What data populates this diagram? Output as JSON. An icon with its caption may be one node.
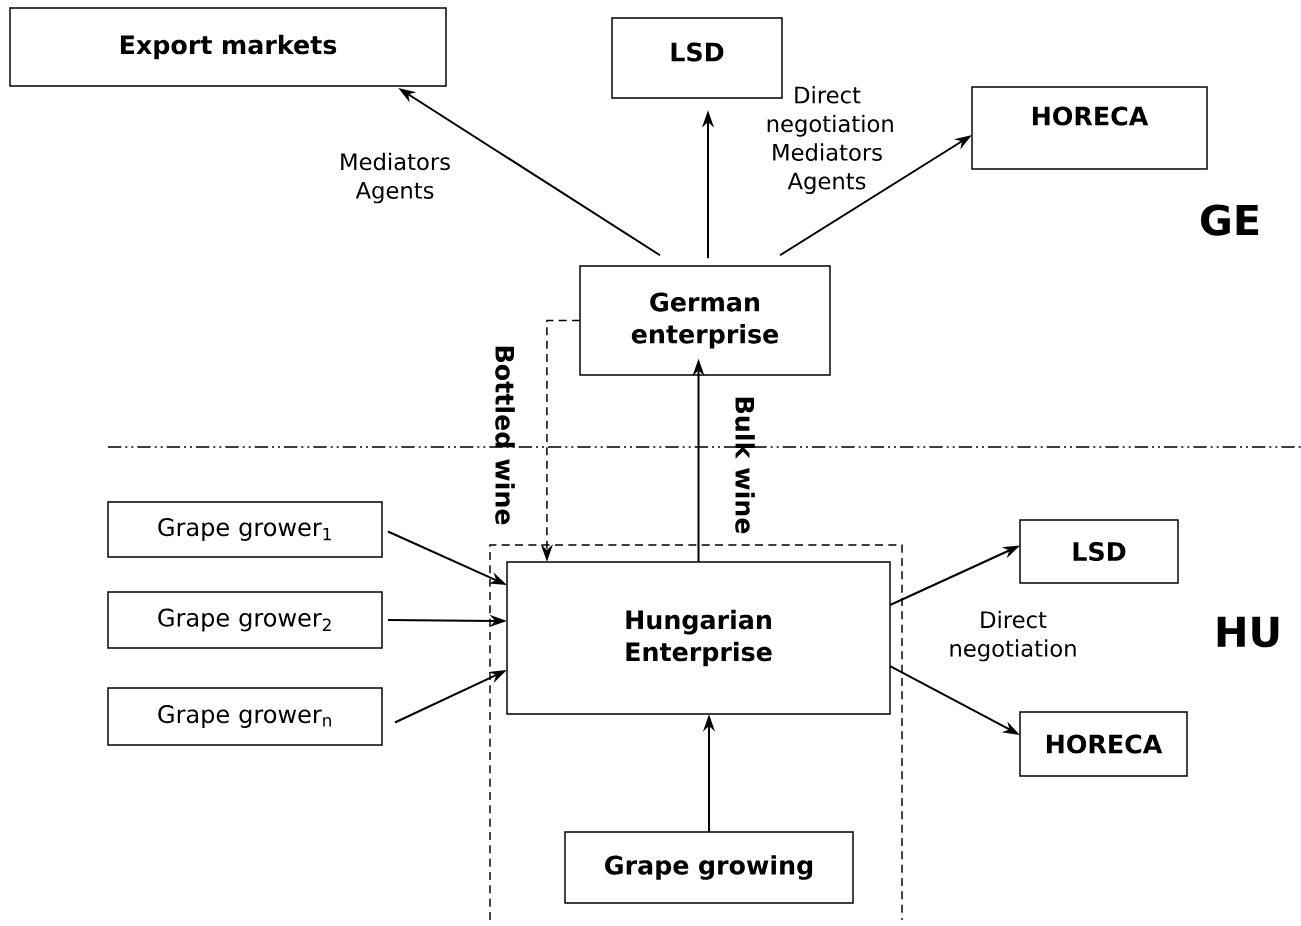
{
  "diagram": {
    "nodes": [
      {
        "text": [
          "Export markets"
        ]
      },
      {
        "text": [
          "LSD"
        ]
      },
      {
        "text": [
          "HORECA"
        ]
      },
      {
        "text": [
          "German enterprise"
        ]
      },
      {
        "text": [
          "Grape grower$_{1}$"
        ]
      },
      {
        "text": [
          "Grape grower$_{2}$"
        ]
      },
      {
        "text": [
          "Grape grower$_{n}$"
        ]
      },
      {
        "text": [
          "Hungarian Enterprise"
        ]
      },
      {
        "text": [
          "LSD"
        ]
      },
      {
        "text": [
          "HORECA"
        ]
      },
      {
        "text": [
          "Grape growing"
        ]
      }
    ],
    "edges": [
      {
        "from": 3,
        "to": 0,
        "arrow": "to",
        "label": "Mediators Agents"
      },
      {
        "from": 3,
        "to": 1,
        "arrow": "to"
      },
      {
        "from": 3,
        "to": 2,
        "arrow": "to",
        "label": "Direct negotiation Mediators Agents"
      },
      {
        "from": 3,
        "to": 7,
        "arrow": "to",
        "style": "dashed",
        "label": "Bottled wine"
      },
      {
        "from": 7,
        "to": 3,
        "arrow": "to",
        "label": "Bulk wine"
      },
      {
        "from": 4,
        "to": 7,
        "arrow": "to"
      },
      {
        "from": 5,
        "to": 7,
        "arrow": "to"
      },
      {
        "from": 6,
        "to": 7,
        "arrow": "to"
      },
      {
        "from": 7,
        "to": 8,
        "arrow": "to",
        "label": "Direct negotiation"
      },
      {
        "from": 7,
        "to": 9,
        "arrow": "to"
      },
      {
        "from": 10,
        "to": 7,
        "arrow": "to"
      }
    ],
    "labels": [
      "GE",
      "HU"
    ]
  }
}
